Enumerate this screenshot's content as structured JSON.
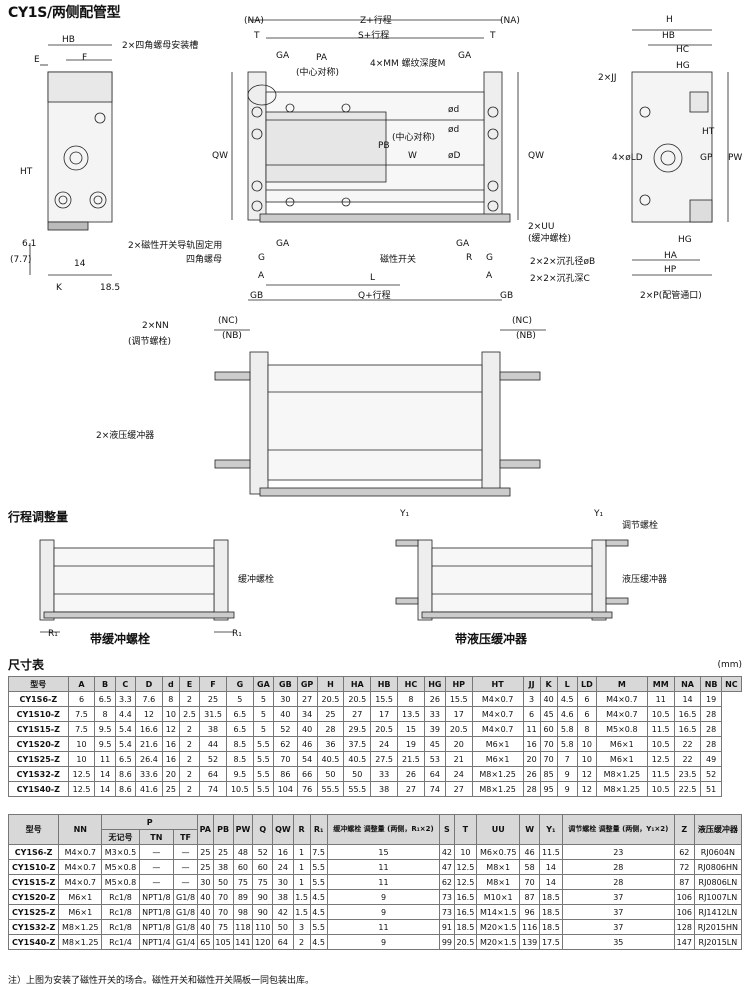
{
  "title": "CY1S/两侧配管型",
  "drawing_labels": {
    "top_view": [
      "(NA)",
      "Z+行程",
      "(NA)",
      "T",
      "S+行程",
      "T",
      "GA",
      "GA",
      "2×四角螺母安装槽",
      "PA",
      "(中心对称)",
      "4×MM 螺纹深度M",
      "ød",
      "ød",
      "øD",
      "PB",
      "(中心对称)",
      "W",
      "QW",
      "QW",
      "2×磁性开关导轨固定用",
      "四角螺母",
      "GA",
      "G",
      "A",
      "L",
      "GB",
      "Q+行程",
      "G",
      "A",
      "GB",
      "GA",
      "R",
      "磁性开关",
      "2×UU",
      "(缓冲螺栓)",
      "2×2×沉孔径øB",
      "2×2×沉孔深C"
    ],
    "side_view": [
      "E",
      "HB",
      "F",
      "HT",
      "(7.7)",
      "6.1",
      "14",
      "K",
      "18.5"
    ],
    "end_view": [
      "H",
      "HB",
      "HC",
      "2×JJ",
      "HG",
      "HT",
      "4×øLD",
      "GP",
      "PW",
      "HG",
      "HA",
      "HP",
      "2×P(配管通口)"
    ],
    "adjust_view": [
      "2×NN",
      "(调节螺栓)",
      "(NC)",
      "(NB)",
      "(NC)",
      "(NB)",
      "2×液压缓冲器"
    ],
    "stroke_section": [
      "行程调整量",
      "缓冲螺栓",
      "R₁",
      "R₁",
      "带缓冲螺栓",
      "Y₁",
      "Y₁",
      "调节螺栓",
      "液压缓冲器",
      "带液压缓冲器"
    ]
  },
  "table_title": "尺寸表",
  "table_unit": "(mm)",
  "table1": {
    "headers": [
      "型号",
      "A",
      "B",
      "C",
      "D",
      "d",
      "E",
      "F",
      "G",
      "GA",
      "GB",
      "GP",
      "H",
      "HA",
      "HB",
      "HC",
      "HG",
      "HP",
      "HT",
      "JJ",
      "K",
      "L",
      "LD",
      "M",
      "MM",
      "NA",
      "NB",
      "NC"
    ],
    "rows": [
      [
        "CY1S6-Z",
        "6",
        "6.5",
        "3.3",
        "7.6",
        "8",
        "2",
        "25",
        "5",
        "5",
        "30",
        "27",
        "20.5",
        "20.5",
        "15.5",
        "8",
        "26",
        "15.5",
        "M4×0.7",
        "3",
        "40",
        "4.5",
        "6",
        "M4×0.7",
        "11",
        "14",
        "19"
      ],
      [
        "CY1S10-Z",
        "7.5",
        "8",
        "4.4",
        "12",
        "10",
        "2.5",
        "31.5",
        "6.5",
        "5",
        "40",
        "34",
        "25",
        "27",
        "17",
        "13.5",
        "33",
        "17",
        "M4×0.7",
        "6",
        "45",
        "4.6",
        "6",
        "M4×0.7",
        "10.5",
        "16.5",
        "28"
      ],
      [
        "CY1S15-Z",
        "7.5",
        "9.5",
        "5.4",
        "16.6",
        "12",
        "2",
        "38",
        "6.5",
        "5",
        "52",
        "40",
        "28",
        "29.5",
        "20.5",
        "15",
        "39",
        "20.5",
        "M4×0.7",
        "11",
        "60",
        "5.8",
        "8",
        "M5×0.8",
        "11.5",
        "16.5",
        "28"
      ],
      [
        "CY1S20-Z",
        "10",
        "9.5",
        "5.4",
        "21.6",
        "16",
        "2",
        "44",
        "8.5",
        "5.5",
        "62",
        "46",
        "36",
        "37.5",
        "24",
        "19",
        "45",
        "20",
        "M6×1",
        "16",
        "70",
        "5.8",
        "10",
        "M6×1",
        "10.5",
        "22",
        "28"
      ],
      [
        "CY1S25-Z",
        "10",
        "11",
        "6.5",
        "26.4",
        "16",
        "2",
        "52",
        "8.5",
        "5.5",
        "70",
        "54",
        "40.5",
        "40.5",
        "27.5",
        "21.5",
        "53",
        "21",
        "M6×1",
        "20",
        "70",
        "7",
        "10",
        "M6×1",
        "12.5",
        "22",
        "49"
      ],
      [
        "CY1S32-Z",
        "12.5",
        "14",
        "8.6",
        "33.6",
        "20",
        "2",
        "64",
        "9.5",
        "5.5",
        "86",
        "66",
        "50",
        "50",
        "33",
        "26",
        "64",
        "24",
        "M8×1.25",
        "26",
        "85",
        "9",
        "12",
        "M8×1.25",
        "11.5",
        "23.5",
        "52"
      ],
      [
        "CY1S40-Z",
        "12.5",
        "14",
        "8.6",
        "41.6",
        "25",
        "2",
        "74",
        "10.5",
        "5.5",
        "104",
        "76",
        "55.5",
        "55.5",
        "38",
        "27",
        "74",
        "27",
        "M8×1.25",
        "28",
        "95",
        "9",
        "12",
        "M8×1.25",
        "10.5",
        "22.5",
        "51"
      ]
    ]
  },
  "table2": {
    "headers": [
      "型号",
      "NN",
      "P",
      "PA",
      "PB",
      "PW",
      "Q",
      "QW",
      "R",
      "R₁",
      "缓冲螺栓 调整量 (两侧，R₁×2)",
      "S",
      "T",
      "UU",
      "W",
      "Y₁",
      "调节螺栓 调整量 (两侧，Y₁×2)",
      "Z",
      "液压缓冲器"
    ],
    "p_sub": [
      "无记号",
      "TN",
      "TF"
    ],
    "rows": [
      [
        "CY1S6-Z",
        "M4×0.7",
        "M3×0.5",
        "—",
        "—",
        "25",
        "25",
        "48",
        "52",
        "16",
        "1",
        "7.5",
        "15",
        "42",
        "10",
        "M6×0.75",
        "46",
        "11.5",
        "23",
        "62",
        "RJ0604N"
      ],
      [
        "CY1S10-Z",
        "M4×0.7",
        "M5×0.8",
        "—",
        "—",
        "25",
        "38",
        "60",
        "60",
        "24",
        "1",
        "5.5",
        "11",
        "47",
        "12.5",
        "M8×1",
        "58",
        "14",
        "28",
        "72",
        "RJ0806HN"
      ],
      [
        "CY1S15-Z",
        "M4×0.7",
        "M5×0.8",
        "—",
        "—",
        "30",
        "50",
        "75",
        "75",
        "30",
        "1",
        "5.5",
        "11",
        "62",
        "12.5",
        "M8×1",
        "70",
        "14",
        "28",
        "87",
        "RJ0806LN"
      ],
      [
        "CY1S20-Z",
        "M6×1",
        "Rc1/8",
        "NPT1/8",
        "G1/8",
        "40",
        "70",
        "89",
        "90",
        "38",
        "1.5",
        "4.5",
        "9",
        "73",
        "16.5",
        "M10×1",
        "87",
        "18.5",
        "37",
        "106",
        "RJ1007LN"
      ],
      [
        "CY1S25-Z",
        "M6×1",
        "Rc1/8",
        "NPT1/8",
        "G1/8",
        "40",
        "70",
        "98",
        "90",
        "42",
        "1.5",
        "4.5",
        "9",
        "73",
        "16.5",
        "M14×1.5",
        "96",
        "18.5",
        "37",
        "106",
        "RJ1412LN"
      ],
      [
        "CY1S32-Z",
        "M8×1.25",
        "Rc1/8",
        "NPT1/8",
        "G1/8",
        "40",
        "75",
        "118",
        "110",
        "50",
        "3",
        "5.5",
        "11",
        "91",
        "18.5",
        "M20×1.5",
        "116",
        "18.5",
        "37",
        "128",
        "RJ2015HN"
      ],
      [
        "CY1S40-Z",
        "M8×1.25",
        "Rc1/4",
        "NPT1/4",
        "G1/4",
        "65",
        "105",
        "141",
        "120",
        "64",
        "2",
        "4.5",
        "9",
        "99",
        "20.5",
        "M20×1.5",
        "139",
        "17.5",
        "35",
        "147",
        "RJ2015LN"
      ]
    ]
  },
  "note": "注）上图为安装了磁性开关的场合。磁性开关和磁性开关隔板一同包装出库。"
}
